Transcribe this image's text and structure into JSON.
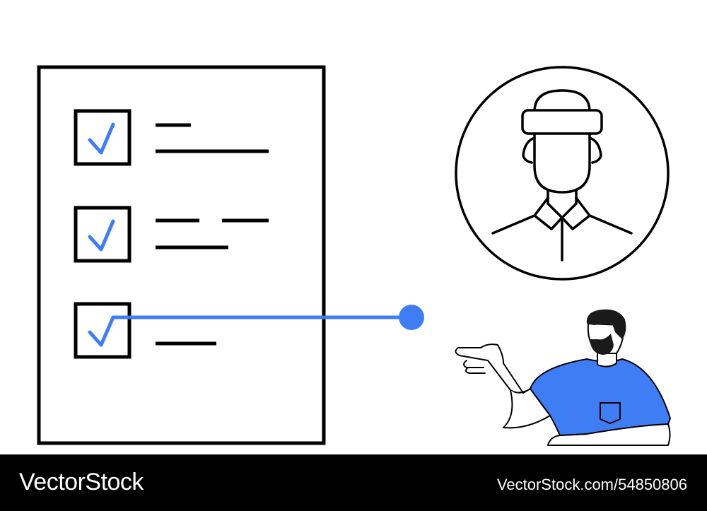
{
  "footer": {
    "brand": "VectorStock",
    "stock_id": "VectorStock.com/54850806"
  },
  "colors": {
    "accent": "#3f7df5",
    "ink": "#000000",
    "background": "#ffffff"
  },
  "illustration": {
    "checklist_items_checked": [
      true,
      true,
      true
    ],
    "icons": [
      "document-icon",
      "checkbox-checked-icon",
      "user-avatar-icon",
      "connector-line",
      "pointing-man"
    ]
  }
}
